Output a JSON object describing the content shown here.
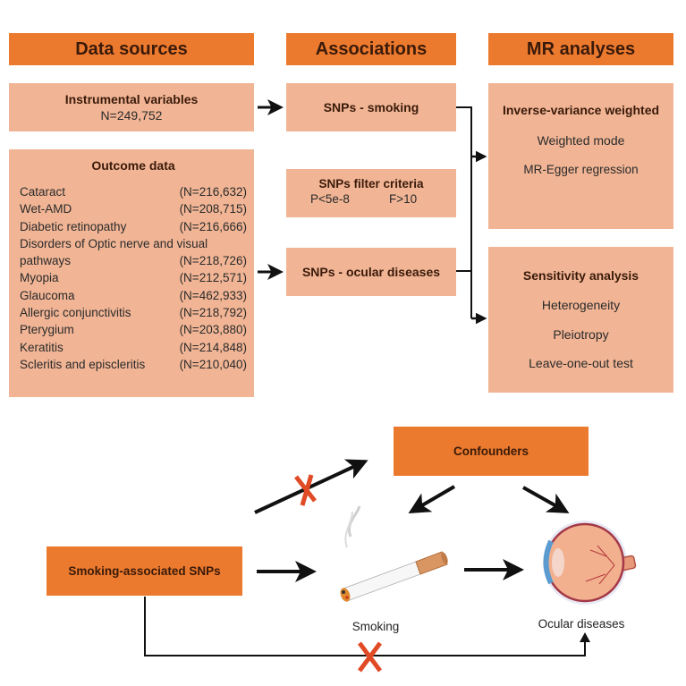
{
  "headers": {
    "data_sources": "Data sources",
    "associations": "Associations",
    "mr_analyses": "MR analyses"
  },
  "instrumental": {
    "title": "Instrumental variables",
    "n": "N=249,752"
  },
  "outcome": {
    "title": "Outcome data",
    "items": [
      {
        "name": "Cataract",
        "n": "(N=216,632)"
      },
      {
        "name": "Wet-AMD",
        "n": "(N=208,715)"
      },
      {
        "name": "Diabetic retinopathy",
        "n": "(N=216,666)"
      },
      {
        "name": "Disorders of Optic nerve and visual",
        "n": ""
      },
      {
        "name": "pathways",
        "n": "(N=218,726)"
      },
      {
        "name": "Myopia",
        "n": "(N=212,571)"
      },
      {
        "name": "Glaucoma",
        "n": "(N=462,933)"
      },
      {
        "name": "Allergic conjunctivitis",
        "n": "(N=218,792)"
      },
      {
        "name": "Pterygium",
        "n": "(N=203,880)"
      },
      {
        "name": "Keratitis",
        "n": "(N=214,848)"
      },
      {
        "name": "Scleritis and episcleritis",
        "n": "(N=210,040)"
      }
    ]
  },
  "associations": {
    "snps_smoking": "SNPs - smoking",
    "filter_title": "SNPs filter criteria",
    "filter_p": "P<5e-8",
    "filter_f": "F>10",
    "snps_ocular": "SNPs - ocular diseases"
  },
  "mr": {
    "ivw": "Inverse-variance weighted",
    "weighted_mode": "Weighted mode",
    "egger": "MR-Egger regression"
  },
  "sensitivity": {
    "title": "Sensitivity analysis",
    "items": [
      "Heterogeneity",
      "Pleiotropy",
      "Leave-one-out test"
    ]
  },
  "bottom": {
    "confounders": "Confounders",
    "smoking_snps": "Smoking-associated SNPs",
    "smoking_label": "Smoking",
    "ocular_label": "Ocular diseases"
  },
  "colors": {
    "header_orange": "#ec7a2e",
    "box_salmon": "#f1b595",
    "cross_red": "#e04a25",
    "arrow": "#111111"
  }
}
